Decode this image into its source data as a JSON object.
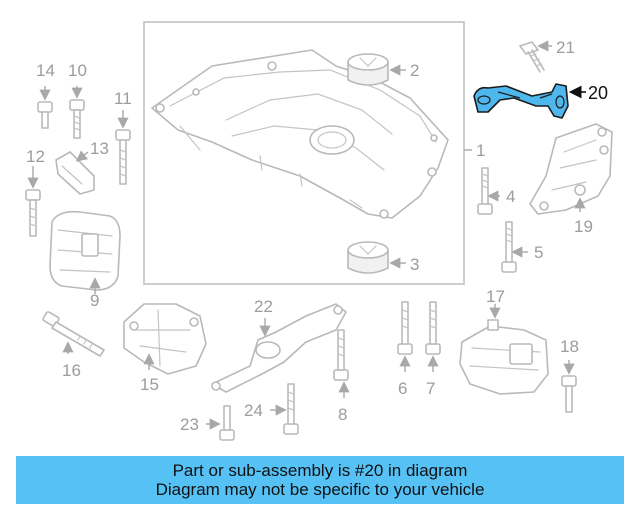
{
  "banner": {
    "line1": "Part or sub-assembly is #20 in diagram",
    "line2": "Diagram may not be specific to your vehicle"
  },
  "highlight_color": "#4db7ee",
  "banner_color": "#55c1f5",
  "callouts": {
    "c1": "1",
    "c2": "2",
    "c3": "3",
    "c4": "4",
    "c5": "5",
    "c6": "6",
    "c7": "7",
    "c8": "8",
    "c9": "9",
    "c10": "10",
    "c11": "11",
    "c12": "12",
    "c13": "13",
    "c14": "14",
    "c15": "15",
    "c16": "16",
    "c17": "17",
    "c18": "18",
    "c19": "19",
    "c20": "20",
    "c21": "21",
    "c22": "22",
    "c23": "23",
    "c24": "24"
  }
}
